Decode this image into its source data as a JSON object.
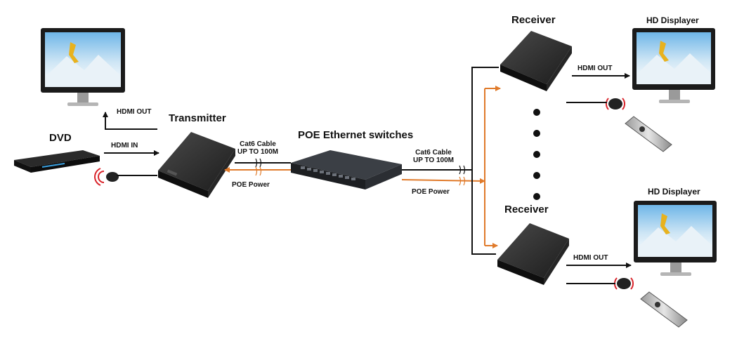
{
  "labels": {
    "dvd": "DVD",
    "transmitter": "Transmitter",
    "hdmi_out_tx": "HDMI OUT",
    "hdmi_in": "HDMI IN",
    "cat6_left_line1": "Cat6 Cable",
    "cat6_left_line2": "UP TO 100M",
    "poe_power_left": "POE Power",
    "poe_switch": "POE Ethernet switches",
    "cat6_right_line1": "Cat6 Cable",
    "cat6_right_line2": "UP TO 100M",
    "poe_power_right": "POE Power",
    "receiver_top": "Receiver",
    "receiver_bottom": "Receiver",
    "hd_displayer_top": "HD Displayer",
    "hd_displayer_bottom": "HD Displayer",
    "hdmi_out_rx_top": "HDMI OUT",
    "hdmi_out_rx_bottom": "HDMI OUT"
  },
  "colors": {
    "signal_line": "#111111",
    "power_line": "#e07a2a",
    "ir_red": "#d9242b",
    "device_dark": "#1e1e1e"
  },
  "icons": [
    "monitor-icon",
    "dvd-player-icon",
    "transmitter-box-icon",
    "ethernet-switch-icon",
    "receiver-box-icon",
    "ir-sensor-icon",
    "remote-control-icon"
  ]
}
